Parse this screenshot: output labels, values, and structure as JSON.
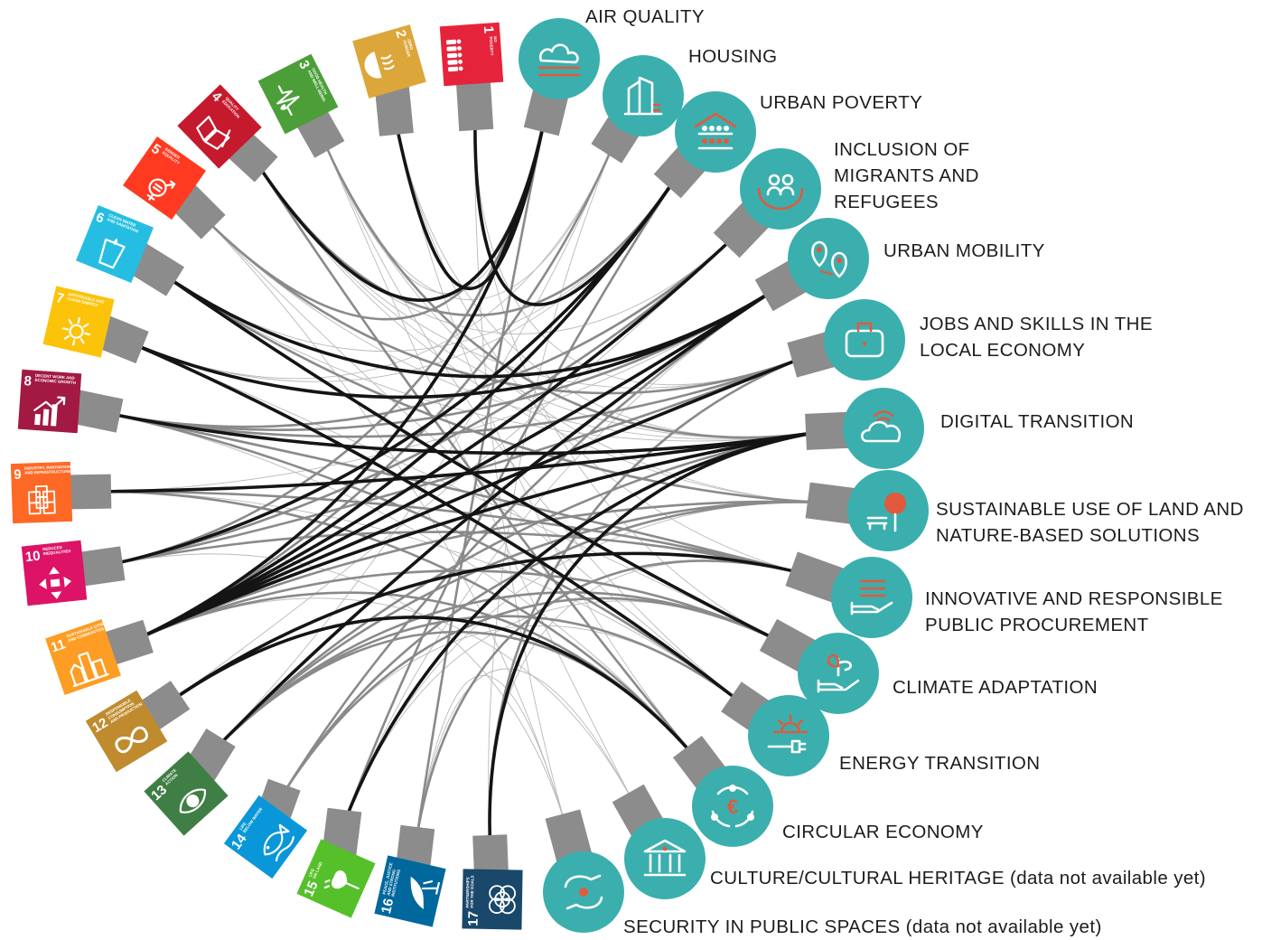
{
  "sdgs": [
    {
      "num": "1",
      "title": "NO\nPOVERTY",
      "color": "#E5243B",
      "icon": "family-icon"
    },
    {
      "num": "2",
      "title": "ZERO\nHUNGER",
      "color": "#DDA63A",
      "icon": "bowl-icon"
    },
    {
      "num": "3",
      "title": "GOOD HEALTH\nAND WELL-BEING",
      "color": "#4C9F38",
      "icon": "heartbeat-icon"
    },
    {
      "num": "4",
      "title": "QUALITY\nEDUCATION",
      "color": "#C5192D",
      "icon": "book-icon"
    },
    {
      "num": "5",
      "title": "GENDER\nEQUALITY",
      "color": "#FF3A21",
      "icon": "gender-icon"
    },
    {
      "num": "6",
      "title": "CLEAN WATER\nAND SANITATION",
      "color": "#26BDE2",
      "icon": "water-glass-icon"
    },
    {
      "num": "7",
      "title": "AFFORDABLE AND\nCLEAN ENERGY",
      "color": "#FCC30B",
      "icon": "sun-icon"
    },
    {
      "num": "8",
      "title": "DECENT WORK AND\nECONOMIC GROWTH",
      "color": "#A21942",
      "icon": "growth-chart-icon"
    },
    {
      "num": "9",
      "title": "INDUSTRY, INNOVATION\nAND INFRASTRUCTURE",
      "color": "#FD6925",
      "icon": "cubes-icon"
    },
    {
      "num": "10",
      "title": "REDUCED\nINEQUALITIES",
      "color": "#DD1367",
      "icon": "equality-arrows-icon"
    },
    {
      "num": "11",
      "title": "SUSTAINABLE CITIES\nAND COMMUNITIES",
      "color": "#FD9D24",
      "icon": "city-icon"
    },
    {
      "num": "12",
      "title": "RESPONSIBLE\nCONSUMPTION\nAND PRODUCTION",
      "color": "#BF8B2E",
      "icon": "infinity-icon"
    },
    {
      "num": "13",
      "title": "CLIMATE\nACTION",
      "color": "#3F7E44",
      "icon": "eye-globe-icon"
    },
    {
      "num": "14",
      "title": "LIFE\nBELOW WATER",
      "color": "#0A97D9",
      "icon": "fish-icon"
    },
    {
      "num": "15",
      "title": "LIFE\nON LAND",
      "color": "#56C02B",
      "icon": "tree-icon"
    },
    {
      "num": "16",
      "title": "PEACE, JUSTICE\nAND STRONG\nINSTITUTIONS",
      "color": "#00689D",
      "icon": "dove-icon"
    },
    {
      "num": "17",
      "title": "PARTNERSHIPS\nFOR THE GOALS",
      "color": "#19486A",
      "icon": "rings-icon"
    }
  ],
  "themes": [
    {
      "label": "AIR QUALITY",
      "icon": "clouds-icon"
    },
    {
      "label": "HOUSING",
      "icon": "buildings-icon"
    },
    {
      "label": "URBAN POVERTY",
      "icon": "shelter-people-icon"
    },
    {
      "label": "INCLUSION OF\nMIGRANTS AND\nREFUGEES",
      "icon": "hands-people-icon"
    },
    {
      "label": "URBAN MOBILITY",
      "icon": "map-pins-icon"
    },
    {
      "label": "JOBS AND SKILLS IN THE\nLOCAL ECONOMY",
      "icon": "briefcase-icon"
    },
    {
      "label": "DIGITAL TRANSITION",
      "icon": "cloud-wifi-icon"
    },
    {
      "label": "SUSTAINABLE USE OF LAND AND\nNATURE-BASED SOLUTIONS",
      "icon": "tree-bench-icon"
    },
    {
      "label": "INNOVATIVE AND RESPONSIBLE\nPUBLIC PROCUREMENT",
      "icon": "hand-stack-icon"
    },
    {
      "label": "CLIMATE ADAPTATION",
      "icon": "hand-sprout-icon"
    },
    {
      "label": "ENERGY TRANSITION",
      "icon": "sun-plug-icon"
    },
    {
      "label": "CIRCULAR ECONOMY",
      "icon": "euro-cycle-icon"
    },
    {
      "label": "CULTURE/CULTURAL HERITAGE (data not available yet)",
      "icon": "temple-icon"
    },
    {
      "label": "SECURITY IN PUBLIC SPACES (data not available yet)",
      "icon": "protect-hands-icon"
    }
  ],
  "links": [
    [
      1,
      0,
      3
    ],
    [
      3,
      0,
      3
    ],
    [
      4,
      0,
      2
    ],
    [
      9,
      0,
      2
    ],
    [
      10,
      0,
      3
    ],
    [
      15,
      0,
      2
    ],
    [
      2,
      0,
      1
    ],
    [
      2,
      1,
      1
    ],
    [
      6,
      1,
      1
    ],
    [
      10,
      1,
      2
    ],
    [
      16,
      1,
      1
    ],
    [
      12,
      1,
      1
    ],
    [
      0,
      2,
      3
    ],
    [
      3,
      2,
      2
    ],
    [
      6,
      2,
      1
    ],
    [
      9,
      2,
      3
    ],
    [
      10,
      2,
      3
    ],
    [
      14,
      2,
      2
    ],
    [
      5,
      2,
      1
    ],
    [
      7,
      3,
      2
    ],
    [
      9,
      3,
      2
    ],
    [
      10,
      3,
      3
    ],
    [
      11,
      3,
      1
    ],
    [
      3,
      3,
      1
    ],
    [
      5,
      4,
      3
    ],
    [
      6,
      4,
      3
    ],
    [
      10,
      4,
      3
    ],
    [
      12,
      4,
      3
    ],
    [
      13,
      4,
      2
    ],
    [
      7,
      4,
      2
    ],
    [
      8,
      4,
      1
    ],
    [
      14,
      4,
      1
    ],
    [
      0,
      5,
      1
    ],
    [
      4,
      5,
      2
    ],
    [
      7,
      5,
      2
    ],
    [
      9,
      5,
      2
    ],
    [
      10,
      5,
      3
    ],
    [
      16,
      5,
      2
    ],
    [
      3,
      5,
      1
    ],
    [
      2,
      6,
      2
    ],
    [
      7,
      6,
      3
    ],
    [
      8,
      6,
      3
    ],
    [
      10,
      6,
      3
    ],
    [
      14,
      6,
      3
    ],
    [
      16,
      6,
      3
    ],
    [
      5,
      6,
      1
    ],
    [
      12,
      6,
      2
    ],
    [
      3,
      6,
      1
    ],
    [
      4,
      6,
      1
    ],
    [
      1,
      6,
      1
    ],
    [
      2,
      7,
      1
    ],
    [
      5,
      7,
      2
    ],
    [
      10,
      7,
      2
    ],
    [
      12,
      7,
      2
    ],
    [
      13,
      7,
      2
    ],
    [
      14,
      7,
      1
    ],
    [
      3,
      7,
      1
    ],
    [
      7,
      8,
      2
    ],
    [
      8,
      8,
      2
    ],
    [
      9,
      8,
      2
    ],
    [
      11,
      8,
      3
    ],
    [
      15,
      8,
      2
    ],
    [
      1,
      8,
      1
    ],
    [
      16,
      8,
      1
    ],
    [
      5,
      9,
      3
    ],
    [
      10,
      9,
      2
    ],
    [
      12,
      9,
      2
    ],
    [
      13,
      9,
      2
    ],
    [
      14,
      9,
      1
    ],
    [
      6,
      9,
      1
    ],
    [
      0,
      9,
      1
    ],
    [
      6,
      10,
      3
    ],
    [
      7,
      10,
      2
    ],
    [
      8,
      10,
      1
    ],
    [
      12,
      10,
      2
    ],
    [
      4,
      10,
      1
    ],
    [
      2,
      10,
      1
    ],
    [
      13,
      10,
      1
    ],
    [
      3,
      11,
      2
    ],
    [
      8,
      11,
      2
    ],
    [
      11,
      11,
      3
    ],
    [
      10,
      11,
      2
    ],
    [
      12,
      11,
      2
    ],
    [
      1,
      11,
      1
    ],
    [
      7,
      11,
      1
    ],
    [
      2,
      12,
      1
    ],
    [
      10,
      12,
      1
    ],
    [
      15,
      12,
      1
    ],
    [
      0,
      13,
      1
    ],
    [
      4,
      13,
      1
    ],
    [
      9,
      13,
      1
    ],
    [
      15,
      13,
      1
    ]
  ]
}
